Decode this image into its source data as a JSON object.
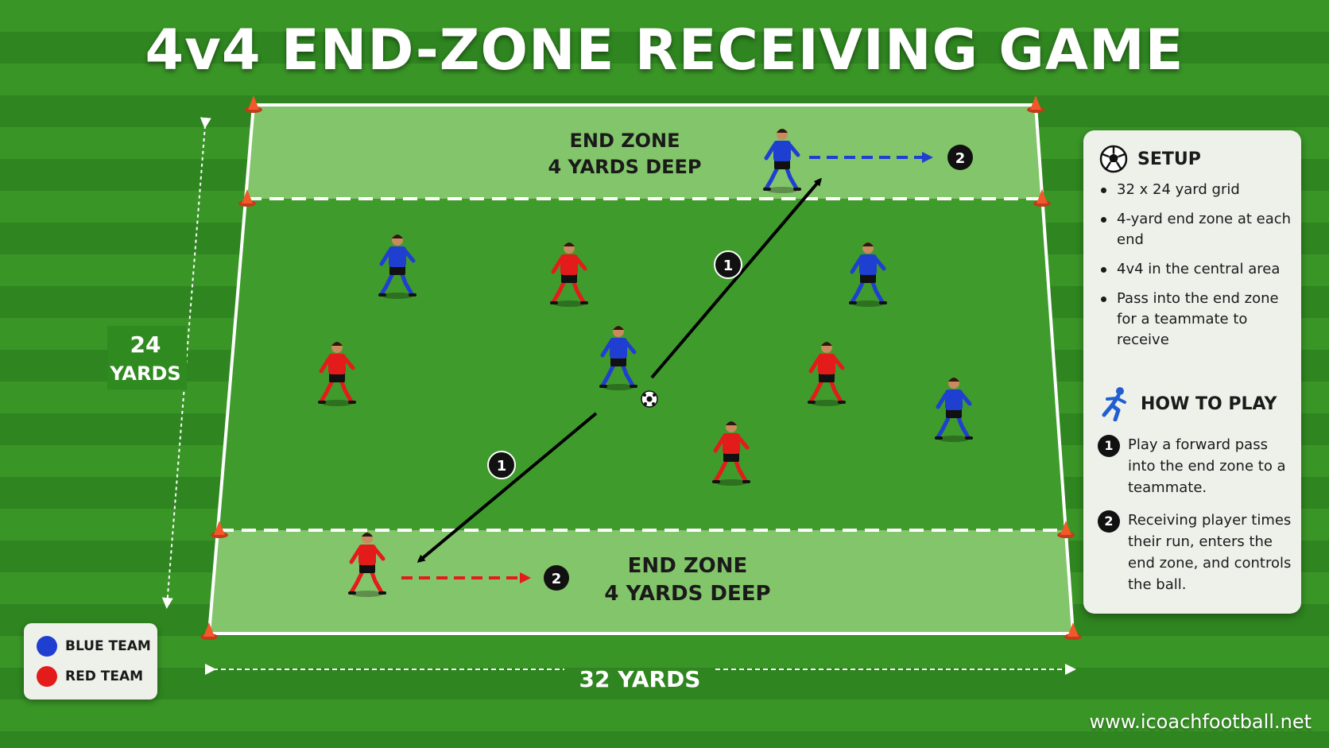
{
  "title": "4v4 END-ZONE RECEIVING GAME",
  "field": {
    "top_zone_line1": "END ZONE",
    "top_zone_line2": "4 YARDS DEEP",
    "bottom_zone_line1": "END ZONE",
    "bottom_zone_line2": "4 YARDS DEEP",
    "height_value": "24",
    "height_unit": "YARDS",
    "width_label": "32 YARDS"
  },
  "markers": {
    "pass_label": "1",
    "run_label": "2"
  },
  "panel": {
    "setup_title": "SETUP",
    "setup_icon": "soccer-ball-icon",
    "setup_items": [
      "32 x 24 yard grid",
      "4-yard end zone at each end",
      "4v4 in the central area",
      "Pass into the end zone for a teammate to receive"
    ],
    "howto_title": "HOW TO PLAY",
    "howto_icon": "running-player-icon",
    "steps": [
      {
        "num": "1",
        "text": "Play a forward pass into the end zone to a teammate."
      },
      {
        "num": "2",
        "text": "Receiving player times their run, enters the end zone, and controls the ball."
      }
    ]
  },
  "legend": {
    "blue_label": "BLUE TEAM",
    "red_label": "RED TEAM",
    "blue_color": "#1f3fd1",
    "red_color": "#e31b1b"
  },
  "website": "www.icoachfootball.net"
}
